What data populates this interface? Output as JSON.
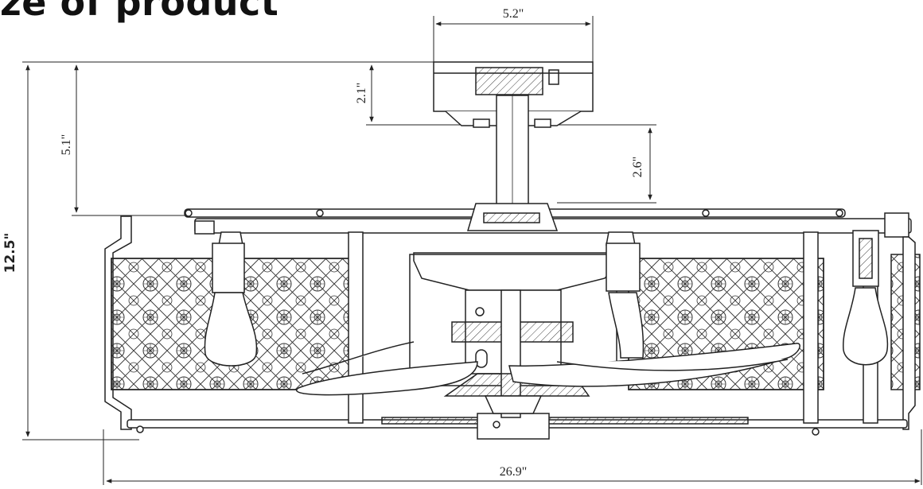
{
  "title": "ze of product",
  "dimensions": {
    "canopy_width": "5.2\"",
    "canopy_height": "2.1\"",
    "ceiling_to_housing": "5.1\"",
    "downrod_length": "2.6\"",
    "total_height": "12.5\"",
    "total_width": "26.9\""
  },
  "colors": {
    "line": "#222222",
    "hatch": "#444444",
    "background": "#ffffff"
  }
}
